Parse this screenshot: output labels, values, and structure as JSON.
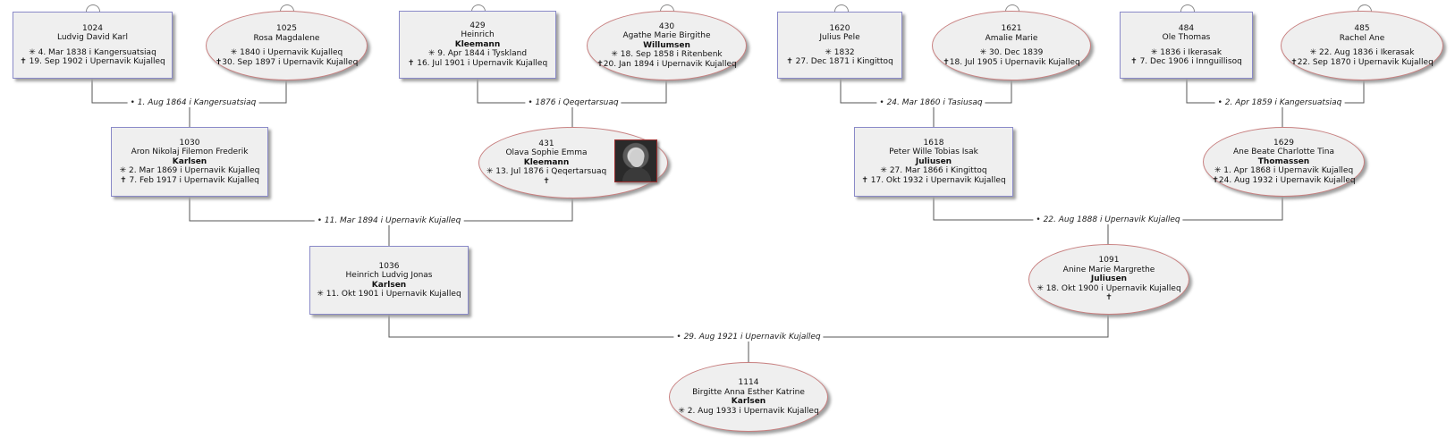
{
  "persons": {
    "p1024": {
      "id": "1024",
      "given": "Ludvig David Karl",
      "surname": "",
      "born": "✳ 4. Mar 1838 i  Kangersuatsiaq",
      "died": "✝ 19. Sep 1902 i  Upernavik Kujalleq"
    },
    "p1025": {
      "id": "1025",
      "given": "Rosa Magdalene",
      "surname": "",
      "born": "✳ 1840 i  Upernavik Kujalleq",
      "died": "✝30. Sep 1897 i  Upernavik Kujalleq"
    },
    "p429": {
      "id": "429",
      "given": "Heinrich",
      "surname": "Kleemann",
      "born": "✳ 9. Apr 1844 i  Tyskland",
      "died": "✝ 16. Jul 1901 i  Upernavik Kujalleq"
    },
    "p430": {
      "id": "430",
      "given": "Agathe Marie Birgithe",
      "surname": "Willumsen",
      "born": "✳ 18. Sep 1858 i  Ritenbenk",
      "died": "✝20. Jan 1894 i  Upernavik Kujalleq"
    },
    "p1620": {
      "id": "1620",
      "given": "Julius Pele",
      "surname": "",
      "born": "✳ 1832",
      "died": "✝ 27. Dec 1871 i  Kingittoq"
    },
    "p1621": {
      "id": "1621",
      "given": "Amalie Marie",
      "surname": "",
      "born": "✳ 30. Dec 1839",
      "died": "✝18. Jul 1905 i  Upernavik Kujalleq"
    },
    "p484": {
      "id": "484",
      "given": "Ole Thomas",
      "surname": "",
      "born": "✳ 1836 i  Ikerasak",
      "died": "✝ 7. Dec 1906 i  Innguillisoq"
    },
    "p485": {
      "id": "485",
      "given": "Rachel Ane",
      "surname": "",
      "born": "✳ 22. Aug 1836 i  Ikerasak",
      "died": "✝22. Sep 1870 i  Upernavik Kujalleq"
    },
    "p1030": {
      "id": "1030",
      "given": "Aron Nikolaj Filemon Frederik",
      "surname": "Karlsen",
      "born": "✳ 2. Mar 1869 i  Upernavik Kujalleq",
      "died": "✝ 7. Feb 1917 i  Upernavik Kujalleq"
    },
    "p431": {
      "id": "431",
      "given": "Olava Sophie Emma",
      "surname": "Kleemann",
      "born": "✳ 13. Jul 1876 i  Qeqertarsuaq",
      "died": "✝"
    },
    "p1618": {
      "id": "1618",
      "given": "Peter Wille Tobias Isak",
      "surname": "Juliusen",
      "born": "✳ 27. Mar 1866 i  Kingittoq",
      "died": "✝ 17. Okt 1932 i  Upernavik Kujalleq"
    },
    "p1629": {
      "id": "1629",
      "given": "Ane Beate Charlotte Tina",
      "surname": "Thomassen",
      "born": "✳ 1. Apr 1868 i  Upernavik Kujalleq",
      "died": "✝24. Aug 1932 i  Upernavik Kujalleq"
    },
    "p1036": {
      "id": "1036",
      "given": "Heinrich Ludvig Jonas",
      "surname": "Karlsen",
      "born": "✳ 11. Okt 1901 i  Upernavik Kujalleq",
      "died": ""
    },
    "p1091": {
      "id": "1091",
      "given": "Anine Marie Margrethe",
      "surname": "Juliusen",
      "born": "✳ 18. Okt 1900 i  Upernavik Kujalleq",
      "died": "✝"
    },
    "p1114": {
      "id": "1114",
      "given": "Birgitte Anna Esther Katrine",
      "surname": "Karlsen",
      "born": "✳ 2. Aug 1933 i  Upernavik Kujalleq",
      "died": ""
    }
  },
  "unions": {
    "u1": "1. Aug 1864 i  Kangersuatsiaq",
    "u2": "1876 i  Qeqertarsuaq",
    "u3": "24. Mar 1860 i  Tasiusaq",
    "u4": "2. Apr 1859 i  Kangersuatsiaq",
    "u5": "11. Mar 1894 i  Upernavik Kujalleq",
    "u6": "22. Aug 1888 i  Upernavik Kujalleq",
    "u7": "29. Aug 1921 i  Upernavik Kujalleq"
  },
  "colors": {
    "male_border": "#8a8ac8",
    "female_border": "#c88080",
    "node_fill": "#efefef",
    "line": "#555555"
  },
  "icons": {
    "birth": "star-icon",
    "death": "cross-icon",
    "photo": "portrait-photo"
  }
}
